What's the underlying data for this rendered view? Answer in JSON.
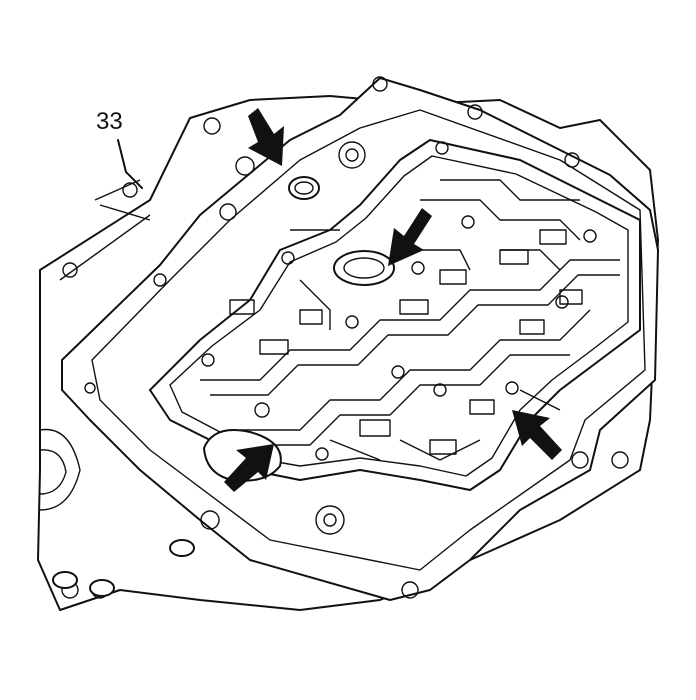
{
  "callout": {
    "label": "33"
  },
  "parts": {
    "lower_gasket": "transmission-case-plate",
    "upper_gasket": "valve-body-gasket",
    "pointer": "arrow-pointer"
  },
  "colors": {
    "line": "#111111",
    "background": "#ffffff"
  }
}
